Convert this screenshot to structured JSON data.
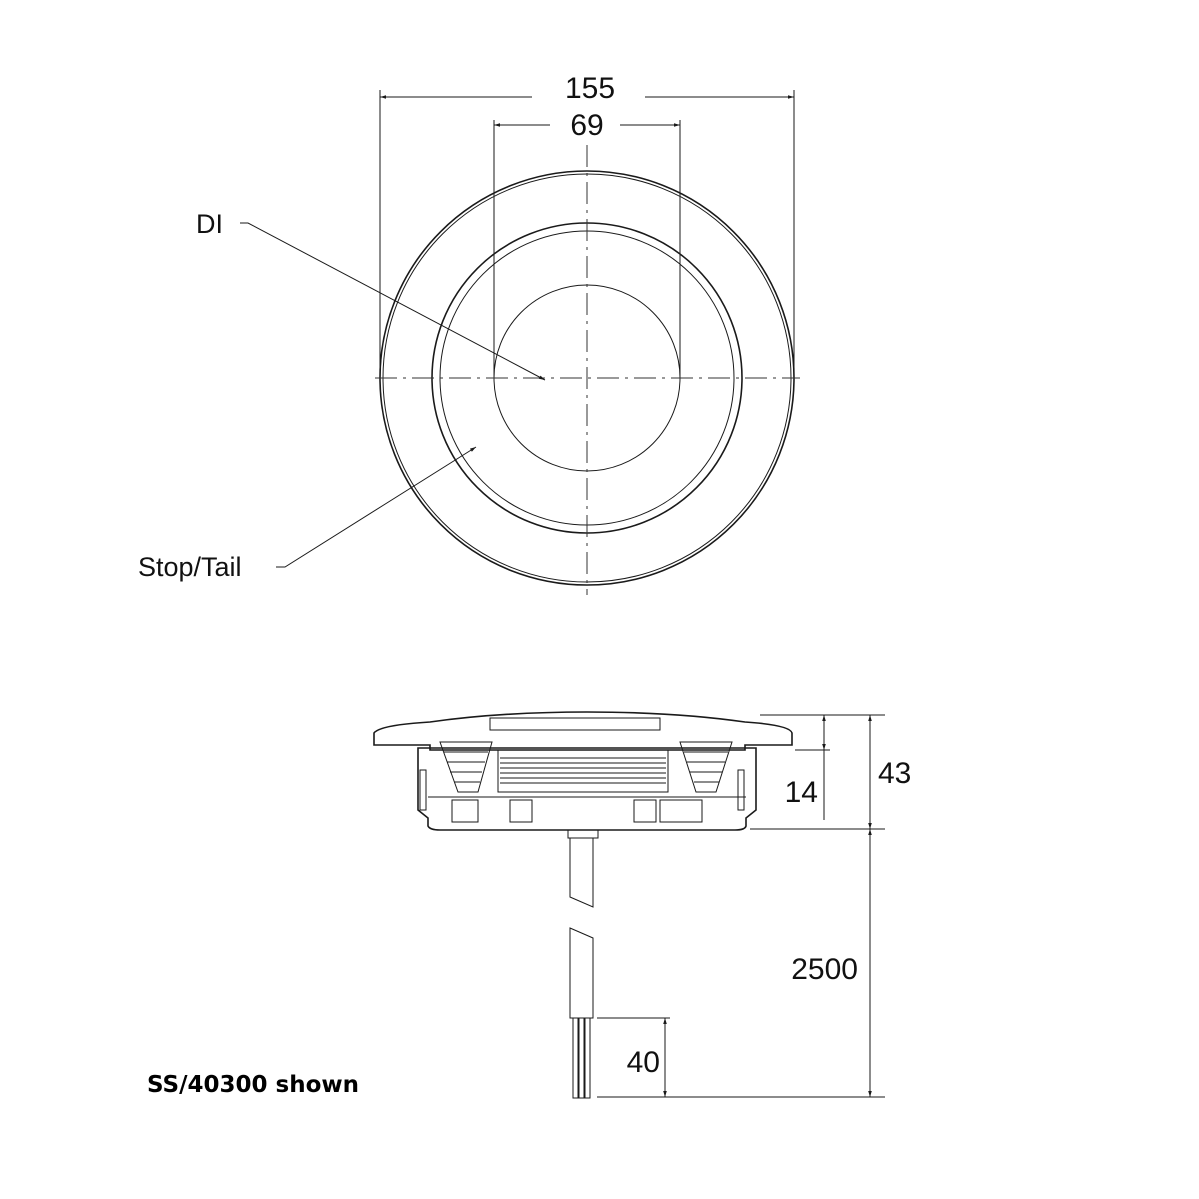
{
  "drawing": {
    "title": "Lamp technical drawing",
    "top_view": {
      "dimensions": {
        "overall_diameter": "155",
        "inner_diameter": "69"
      },
      "callouts": {
        "upper": "DI",
        "lower": "Stop/Tail"
      }
    },
    "side_view": {
      "dimensions": {
        "total_height": "43",
        "body_depth": "14",
        "cable_length": "2500",
        "lead_strip_length": "40"
      }
    },
    "caption": "SS/40300 shown",
    "colors": {
      "line": "#1a1a1a",
      "background": "#ffffff"
    }
  }
}
